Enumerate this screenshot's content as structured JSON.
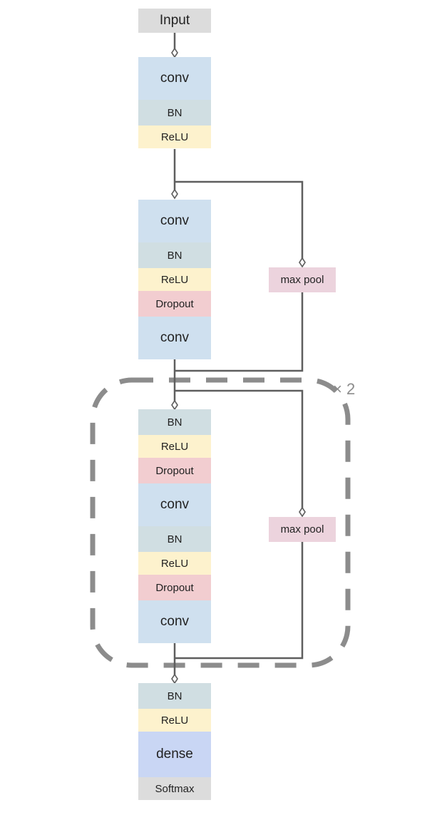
{
  "colors": {
    "input": "#dcdcdc",
    "conv": "#cfe0ef",
    "bn": "#d0dee2",
    "relu": "#fdf2cd",
    "dropout": "#f2cdd0",
    "maxpool": "#ecd3dd",
    "dense": "#c9d6f4",
    "softmax": "#dcdcdc",
    "connector": "#5e5e5e",
    "repeat_border": "#8c8c8c"
  },
  "input": {
    "label": "Input"
  },
  "stem": [
    {
      "label": "conv",
      "kind": "conv"
    },
    {
      "label": "BN",
      "kind": "bn"
    },
    {
      "label": "ReLU",
      "kind": "relu"
    }
  ],
  "block1": [
    {
      "label": "conv",
      "kind": "conv"
    },
    {
      "label": "BN",
      "kind": "bn"
    },
    {
      "label": "ReLU",
      "kind": "relu"
    },
    {
      "label": "Dropout",
      "kind": "dropout"
    },
    {
      "label": "conv",
      "kind": "conv"
    }
  ],
  "maxpool1": {
    "label": "max pool"
  },
  "repeat": {
    "label": "× 2",
    "blocks": [
      {
        "label": "BN",
        "kind": "bn"
      },
      {
        "label": "ReLU",
        "kind": "relu"
      },
      {
        "label": "Dropout",
        "kind": "dropout"
      },
      {
        "label": "conv",
        "kind": "conv"
      },
      {
        "label": "BN",
        "kind": "bn"
      },
      {
        "label": "ReLU",
        "kind": "relu"
      },
      {
        "label": "Dropout",
        "kind": "dropout"
      },
      {
        "label": "conv",
        "kind": "conv"
      }
    ]
  },
  "maxpool2": {
    "label": "max pool"
  },
  "head": [
    {
      "label": "BN",
      "kind": "bn"
    },
    {
      "label": "ReLU",
      "kind": "relu"
    },
    {
      "label": "dense",
      "kind": "dense"
    },
    {
      "label": "Softmax",
      "kind": "softmax"
    }
  ]
}
